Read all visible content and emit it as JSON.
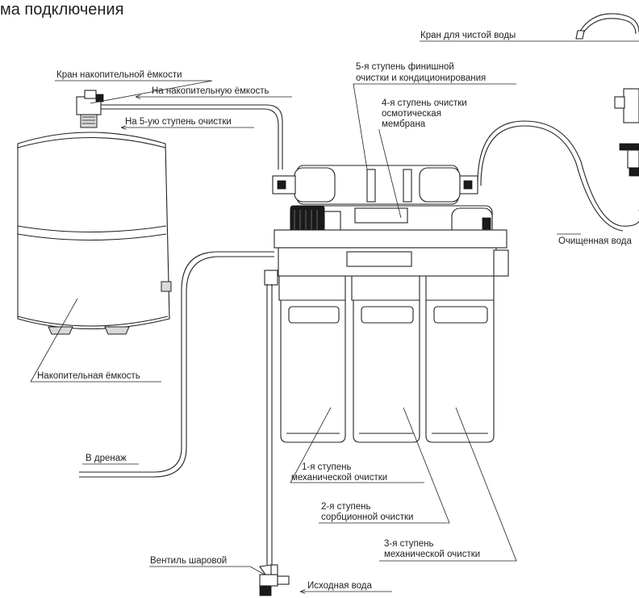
{
  "title": "ма подключения",
  "labels": {
    "faucet": "Кран для чистой воды",
    "tank_valve": "Кран накопительной ёмкости",
    "to_tank": "На накопительную ёмкость",
    "to_stage5": "На 5-ую ступень очистки",
    "stage5_l1": "5-я ступень финишной",
    "stage5_l2": "очистки и кондиционирования",
    "stage4_l1": "4-я ступень очистки",
    "stage4_l2": "осмотическая",
    "stage4_l3": "мембрана",
    "purified": "Очищенная вода",
    "tank": "Накопительная ёмкость",
    "drain": "В дренаж",
    "stage1_l1": "1-я ступень",
    "stage1_l2": "механической очистки",
    "stage2_l1": "2-я ступень",
    "stage2_l2": "сорбционной очистки",
    "stage3_l1": "3-я ступень",
    "stage3_l2": "механической очистки",
    "ball_valve": "Вентиль шаровой",
    "source": "Исходная вода"
  }
}
